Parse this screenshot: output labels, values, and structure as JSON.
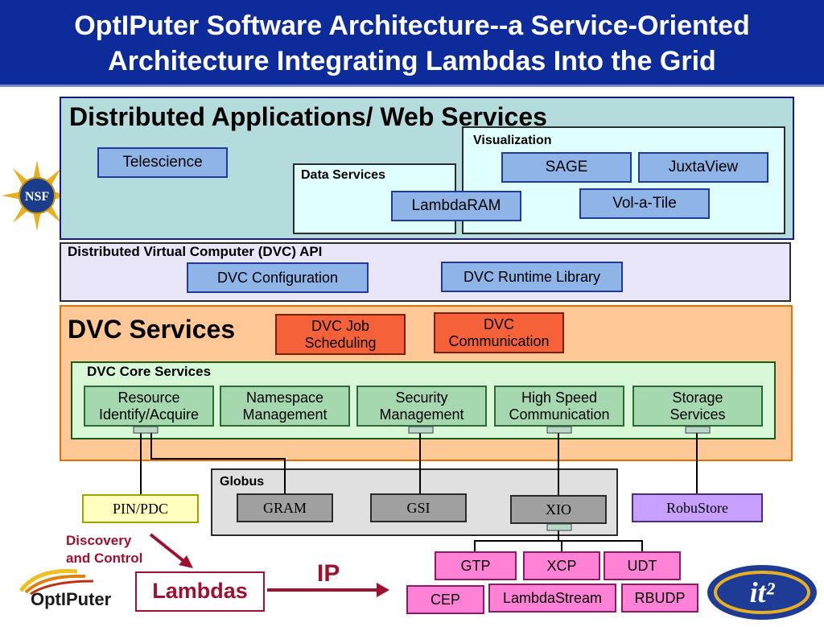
{
  "title": {
    "line1": "OptIPuter Software Architecture--a Service-Oriented",
    "line2": "Architecture Integrating Lambdas Into the Grid"
  },
  "distributed_apps": {
    "heading": "Distributed Applications/ Web Services",
    "telescience": "Telescience",
    "data_services": {
      "label": "Data Services",
      "lambdaram": "LambdaRAM"
    },
    "visualization": {
      "label": "Visualization",
      "sage": "SAGE",
      "juxtaview": "JuxtaView",
      "volatile": "Vol-a-Tile"
    }
  },
  "nsf_logo": "NSF",
  "dvc_api": {
    "heading": "Distributed Virtual Computer (DVC) API",
    "configuration": "DVC Configuration",
    "runtime_library": "DVC Runtime Library"
  },
  "dvc_services": {
    "heading": "DVC Services",
    "job_scheduling": [
      "DVC Job",
      "Scheduling"
    ],
    "communication": [
      "DVC",
      "Communication"
    ],
    "core": {
      "heading": "DVC Core Services",
      "items": [
        [
          "Resource",
          "Identify/Acquire"
        ],
        [
          "Namespace",
          "Management"
        ],
        [
          "Security",
          "Management"
        ],
        [
          "High Speed",
          "Communication"
        ],
        [
          "Storage",
          "Services"
        ]
      ]
    }
  },
  "globus": {
    "heading": "Globus",
    "gram": "GRAM",
    "gsi": "GSI",
    "xio": "XIO"
  },
  "pin_pdc": "PIN/PDC",
  "robustore": "RobuStore",
  "discovery": [
    "Discovery",
    "and Control"
  ],
  "lambdas": "Lambdas",
  "ip_label": "IP",
  "protocols": {
    "gtp": "GTP",
    "xcp": "XCP",
    "udt": "UDT",
    "cep": "CEP",
    "lambdastream": "LambdaStream",
    "rbudp": "RBUDP"
  },
  "logos": {
    "optiputer": "OptIPuter",
    "it2": "it²"
  },
  "colors": {
    "title_bg": "#0d2b9a",
    "apps_bg": "#b4dcdc",
    "api_bg": "#e8e6f8",
    "services_bg": "#ffc896",
    "core_bg": "#d8f8d8",
    "visualization_bg": "#e0ffff",
    "globus_bg": "#e0e0e0",
    "pin_bg": "#ffffc0",
    "robustore_bg": "#c8a0ff",
    "lambdas_text": "#a01030"
  }
}
